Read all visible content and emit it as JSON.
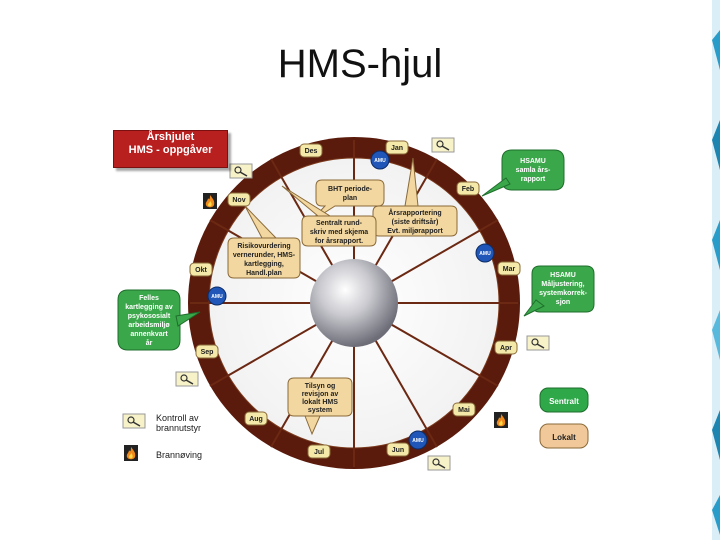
{
  "title": "HMS-hjul",
  "header_box": {
    "line1": "Årshjulet",
    "line2": "HMS - oppgåver"
  },
  "months": [
    "Jan",
    "Feb",
    "Mar",
    "Apr",
    "Mai",
    "Jun",
    "Jul",
    "Aug",
    "Sep",
    "Okt",
    "Nov",
    "Des"
  ],
  "amu_label": "AMU",
  "callouts": {
    "hsamu_rapport": [
      "HSAMU",
      "samla års-",
      "rapport"
    ],
    "hsamu_justering": [
      "HSAMU",
      "Måljustering,",
      "systemkorrek-",
      "sjon"
    ],
    "felles": [
      "Felles",
      "kartlegging av",
      "psykososialt",
      "arbeidsmiljø",
      "annenkvart",
      "år"
    ],
    "bht": [
      "BHT periode-",
      "plan"
    ],
    "arsrapport": [
      "Årsrapportering",
      "(siste driftsår)",
      "Evt. miljørapport"
    ],
    "sentralt_rund": [
      "Sentralt rund-",
      "skriv med skjema",
      "for årsrapport."
    ],
    "risiko": [
      "Risikovurdering",
      "vernerunder, HMS-",
      "kartlegging,",
      "Handl.plan"
    ],
    "tilsyn": [
      "Tilsyn og",
      "revisjon av",
      "lokalt HMS",
      "system"
    ]
  },
  "legend": {
    "kontroll": [
      "Kontroll av",
      "brannutstyr"
    ],
    "brannoving": "Brannøving",
    "sentralt": "Sentralt",
    "lokalt": "Lokalt"
  },
  "colors": {
    "ring": "#5a1a0c",
    "month_badge": "#f4e9a8",
    "amu_badge": "#1f56b8",
    "callout": "#f2d7a0",
    "sentralt": "#2fa84a",
    "lokalt": "#f0c89a",
    "header_box": "#b81f1f"
  },
  "icons": [
    "magnifier-icon",
    "fire-icon"
  ]
}
